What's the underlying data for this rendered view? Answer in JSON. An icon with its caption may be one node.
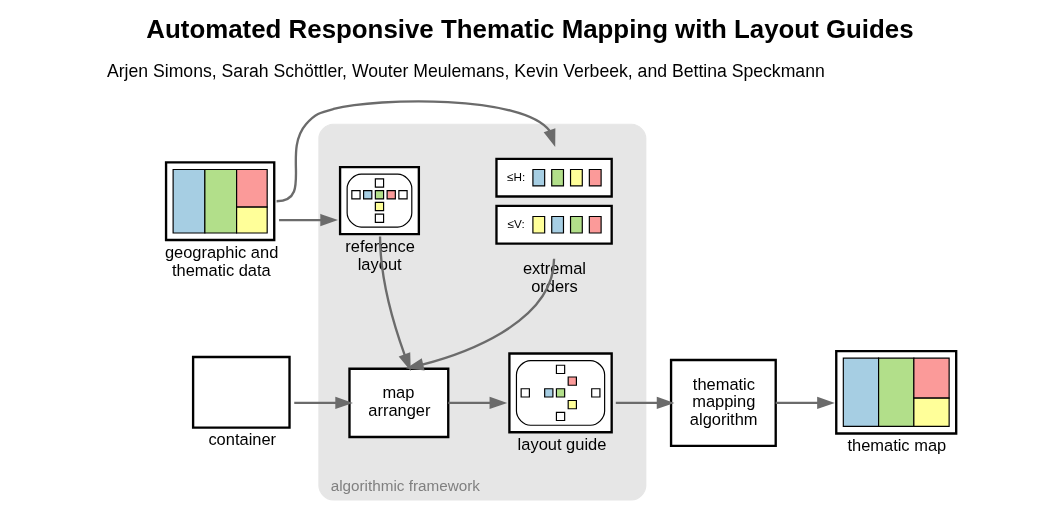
{
  "diagram": {
    "title": "Automated Responsive Thematic Mapping with Layout Guides",
    "nodes": [
      {
        "text": [
          "algorithmic framework"
        ]
      },
      {
        "text": [
          "geographic and thematic data"
        ]
      },
      {
        "text": [
          "reference layout"
        ],
        "in": 0
      },
      {
        "text": [
          "≤H:",
          "≤V:",
          "extremal orders"
        ],
        "in": 0
      },
      {
        "text": [
          "container"
        ]
      },
      {
        "text": [
          "map arranger"
        ],
        "in": 0
      },
      {
        "text": [
          "layout guide"
        ],
        "in": 0
      },
      {
        "text": [
          "thematic mapping algorithm"
        ]
      },
      {
        "text": [
          "thematic map"
        ]
      }
    ],
    "edges": [
      {
        "from": 1,
        "to": 2,
        "arrow": "to"
      },
      {
        "from": 1,
        "to": 3,
        "arrow": "to"
      },
      {
        "from": 2,
        "to": 5,
        "arrow": "to"
      },
      {
        "from": 3,
        "to": 5,
        "arrow": "to"
      },
      {
        "from": 4,
        "to": 5,
        "arrow": "to"
      },
      {
        "from": 5,
        "to": 6,
        "arrow": "to"
      },
      {
        "from": 6,
        "to": 7,
        "arrow": "to"
      },
      {
        "from": 7,
        "to": 8,
        "arrow": "to"
      }
    ],
    "labels": [
      "Arjen Simons, Sarah Schöttler, Wouter Meulemans, Kevin Verbeek, and Bettina Speckmann"
    ]
  }
}
